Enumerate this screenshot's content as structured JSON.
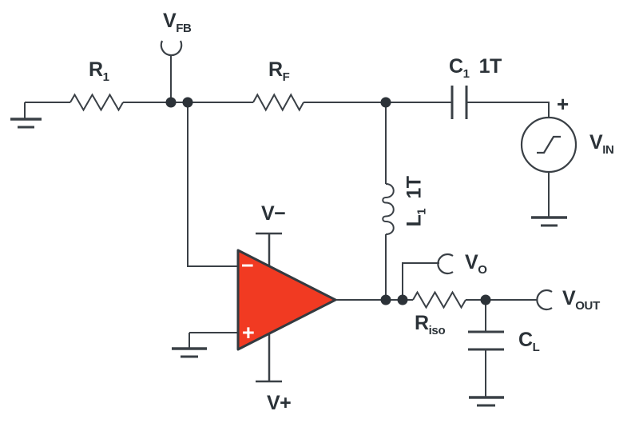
{
  "figure": {
    "type": "circuit-schematic",
    "description": "Op amp with resistive feedback (R1, RF), test injection via C1 and L1 (1T each), VIN saturation-ramp source, driving capacitive load CL through isolation resistor Riso; probe points VFB, VO, VOUT"
  },
  "colors": {
    "background": "#ffffff",
    "wire": "#3a4046",
    "text": "#2b3238",
    "opamp_fill": "#f13a22",
    "opamp_stroke": "#333a40",
    "opamp_sign": "#ffffff"
  },
  "labels": {
    "vfb": {
      "main": "V",
      "sub": "FB"
    },
    "r1": {
      "main": "R",
      "sub": "1"
    },
    "rf": {
      "main": "R",
      "sub": "F"
    },
    "c1": {
      "main": "C",
      "sub": "1",
      "value": "1T"
    },
    "vin": {
      "main": "V",
      "sub": "IN",
      "polarity": "+"
    },
    "l1": {
      "main": "L",
      "sub": "1",
      "value": "1T"
    },
    "v_minus": "V−",
    "v_plus": "V+",
    "opamp": {
      "inverting": "−",
      "noninverting": "+"
    },
    "vo": {
      "main": "V",
      "sub": "O"
    },
    "riso": {
      "main": "R",
      "sub": "iso"
    },
    "cl": {
      "main": "C",
      "sub": "L"
    },
    "vout": {
      "main": "V",
      "sub": "OUT"
    }
  },
  "components": {
    "resistors": [
      "R1",
      "RF",
      "Riso"
    ],
    "capacitors": [
      "C1 (1T)",
      "CL"
    ],
    "inductors": [
      "L1 (1T)"
    ],
    "sources": [
      "VIN"
    ],
    "probes": [
      "VFB",
      "VO",
      "VOUT"
    ],
    "supplies": [
      "V−",
      "V+"
    ],
    "grounds": 4
  }
}
